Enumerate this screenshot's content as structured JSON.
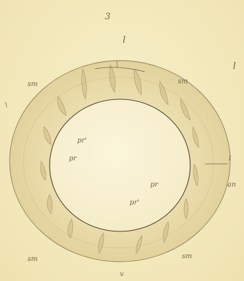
{
  "figure": {
    "number": "3",
    "labels": {
      "top_l": "l",
      "right_l": "l",
      "mid_l": "l",
      "sm_top_left": "sm",
      "sm_top_right": "sm",
      "sm_bottom_left": "sm",
      "sm_bottom_right": "sm",
      "pr_prime_top": "pr'",
      "pr_top": "pr",
      "pr_bottom": "pr",
      "pr_prime_bottom": "pr'",
      "an": "an",
      "v": "v"
    }
  },
  "colors": {
    "paper": "#f4ecc0",
    "ink": "#6e6248",
    "ring": "#e6d6a2",
    "shadow": "#b8a57a",
    "disc": "#f9f2d4"
  }
}
